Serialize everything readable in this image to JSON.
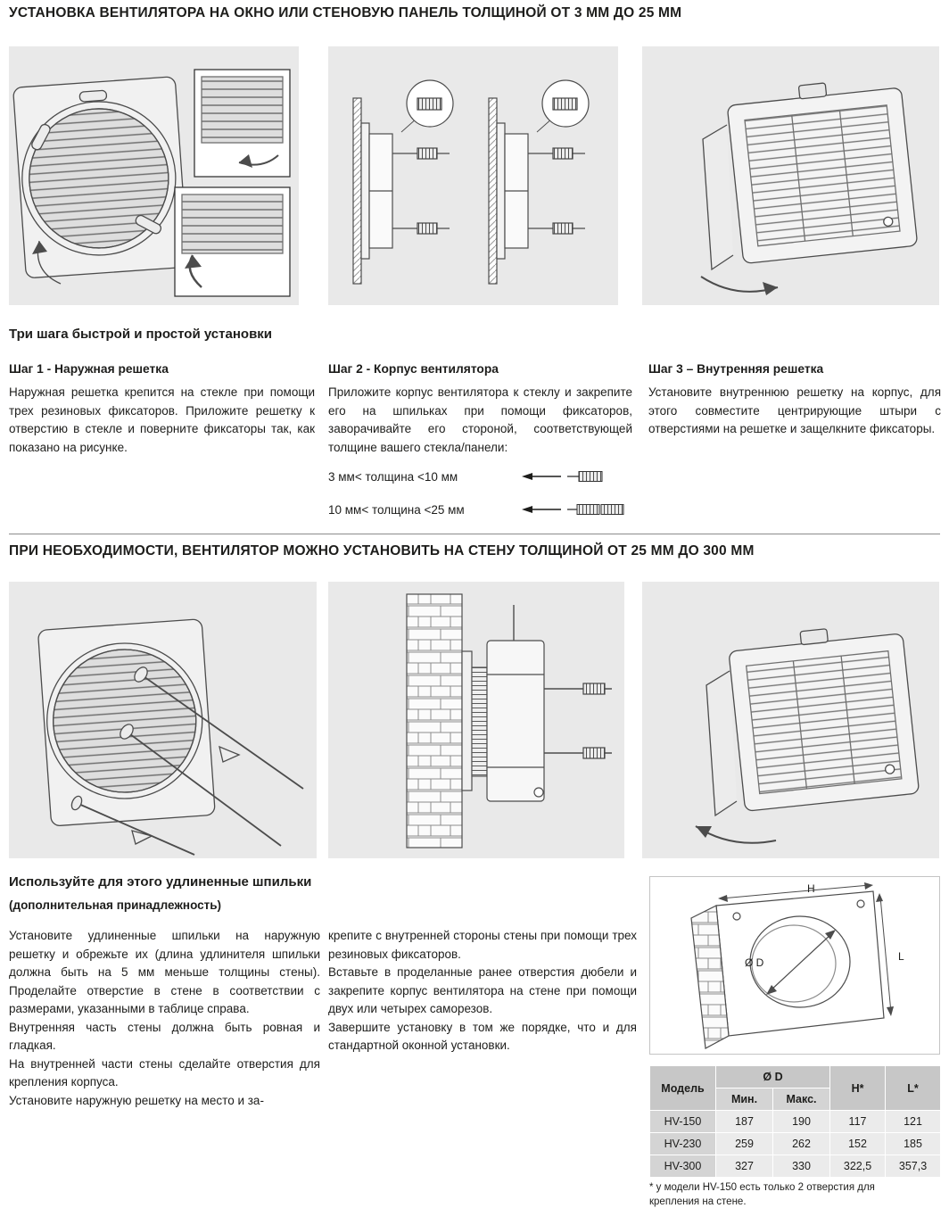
{
  "doc": {
    "heading1": "УСТАНОВКА ВЕНТИЛЯТОРА НА ОКНО ИЛИ СТЕНОВУЮ ПАНЕЛЬ ТОЛЩИНОЙ ОТ 3 ММ ДО 25 ММ",
    "heading2": "ПРИ НЕОБХОДИМОСТИ, ВЕНТИЛЯТОР МОЖНО УСТАНОВИТЬ НА СТЕНУ ТОЛЩИНОЙ ОТ 25 ММ ДО 300 ММ"
  },
  "section1": {
    "subtitle": "Три шага быстрой и простой установки",
    "steps": [
      {
        "title": "Шаг 1 - Наружная решетка",
        "text": "Наружная решетка крепится на стекле при помощи трех резиновых фиксаторов. Приложите решетку к отверстию в стекле и поверните фиксаторы так, как показано на рисунке."
      },
      {
        "title": "Шаг 2 - Корпус вентилятора",
        "text": "Приложите корпус вентилятора к стеклу и закрепите его на шпильках при помощи фиксаторов, заворачивайте его стороной, соответствующей толщине вашего стекла/панели:"
      },
      {
        "title": "Шаг 3 – Внутренняя решетка",
        "text": "Установите внутреннюю решетку на корпус, для этого совместите центрирующие штыри с отверстиями на решетке и защелкните фиксаторы."
      }
    ],
    "thickness": [
      {
        "label": "3 мм< толщина <10 мм"
      },
      {
        "label": "10 мм< толщина <25 мм"
      }
    ]
  },
  "section2": {
    "subtitle": "Используйте для этого удлиненные шпильки",
    "subtitle_note": "(дополнительная принадлежность)",
    "col1": "Установите удлиненные шпильки на наружную решетку и обрежьте их (длина удлинителя шпильки должна быть на 5 мм меньше толщины стены). Проделайте отверстие в стене в соответствии с размерами, указанными в таблице справа.\nВнутренняя часть стены должна быть ровная и гладкая.\nНа внутренней части стены сделайте отверстия для крепления корпуса.\nУстановите наружную решетку на место и за-",
    "col2": "крепите с внутренней стороны стены при помощи трех резиновых фиксаторов.\nВставьте в проделанные ранее отверстия дюбели и закрепите корпус вентилятора на стене при помощи двух или четырех саморезов.\nЗавершите установку в том же порядке, что и для стандартной оконной установки.",
    "diagram": {
      "h": "H",
      "l": "L",
      "d": "Ø D"
    }
  },
  "table": {
    "headers": {
      "model": "Модель",
      "d": "Ø D",
      "d_min": "Мин.",
      "d_max": "Макс.",
      "h": "H*",
      "l": "L*"
    },
    "rows": [
      {
        "model": "HV-150",
        "d_min": "187",
        "d_max": "190",
        "h": "117",
        "l": "121"
      },
      {
        "model": "HV-230",
        "d_min": "259",
        "d_max": "262",
        "h": "152",
        "l": "185"
      },
      {
        "model": "HV-300",
        "d_min": "327",
        "d_max": "330",
        "h": "322,5",
        "l": "357,3"
      }
    ],
    "footnote": "* у модели HV-150 есть только 2 отверстия для крепления на стене."
  }
}
